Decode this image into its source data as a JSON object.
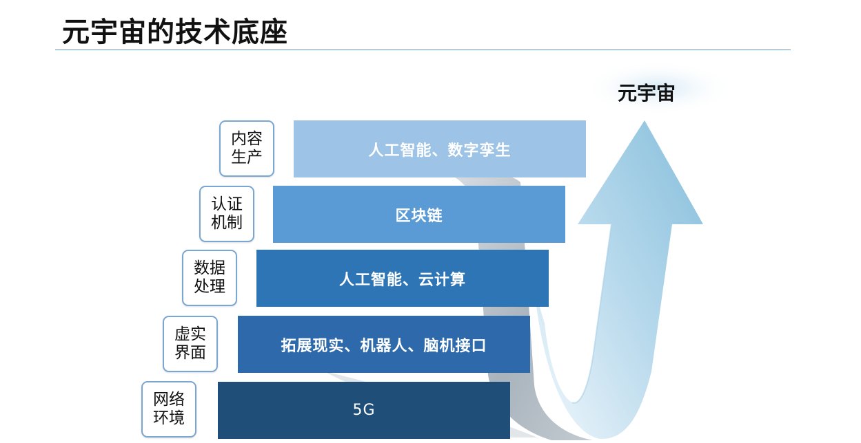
{
  "title": "元宇宙的技术底座",
  "arrow_label": "元宇宙",
  "layers": [
    {
      "category_line1": "内容",
      "category_line2": "生产",
      "technology": "人工智能、数字孪生",
      "color": "#9dc3e6"
    },
    {
      "category_line1": "认证",
      "category_line2": "机制",
      "technology": "区块链",
      "color": "#5b9bd5"
    },
    {
      "category_line1": "数据",
      "category_line2": "处理",
      "technology": "人工智能、云计算",
      "color": "#2e75b6"
    },
    {
      "category_line1": "虚实",
      "category_line2": "界面",
      "technology": "拓展现实、机器人、脑机接口",
      "color": "#2e6aab"
    },
    {
      "category_line1": "网络",
      "category_line2": "环境",
      "technology": "5G",
      "color": "#1f4e79"
    }
  ],
  "colors": {
    "rule": "#5b8fc0",
    "arrow_light": "#d4e8f4",
    "arrow_dark": "#8ec2dd",
    "curve_shadow": "#a7b3bd",
    "label_border": "#7aa6d2"
  }
}
